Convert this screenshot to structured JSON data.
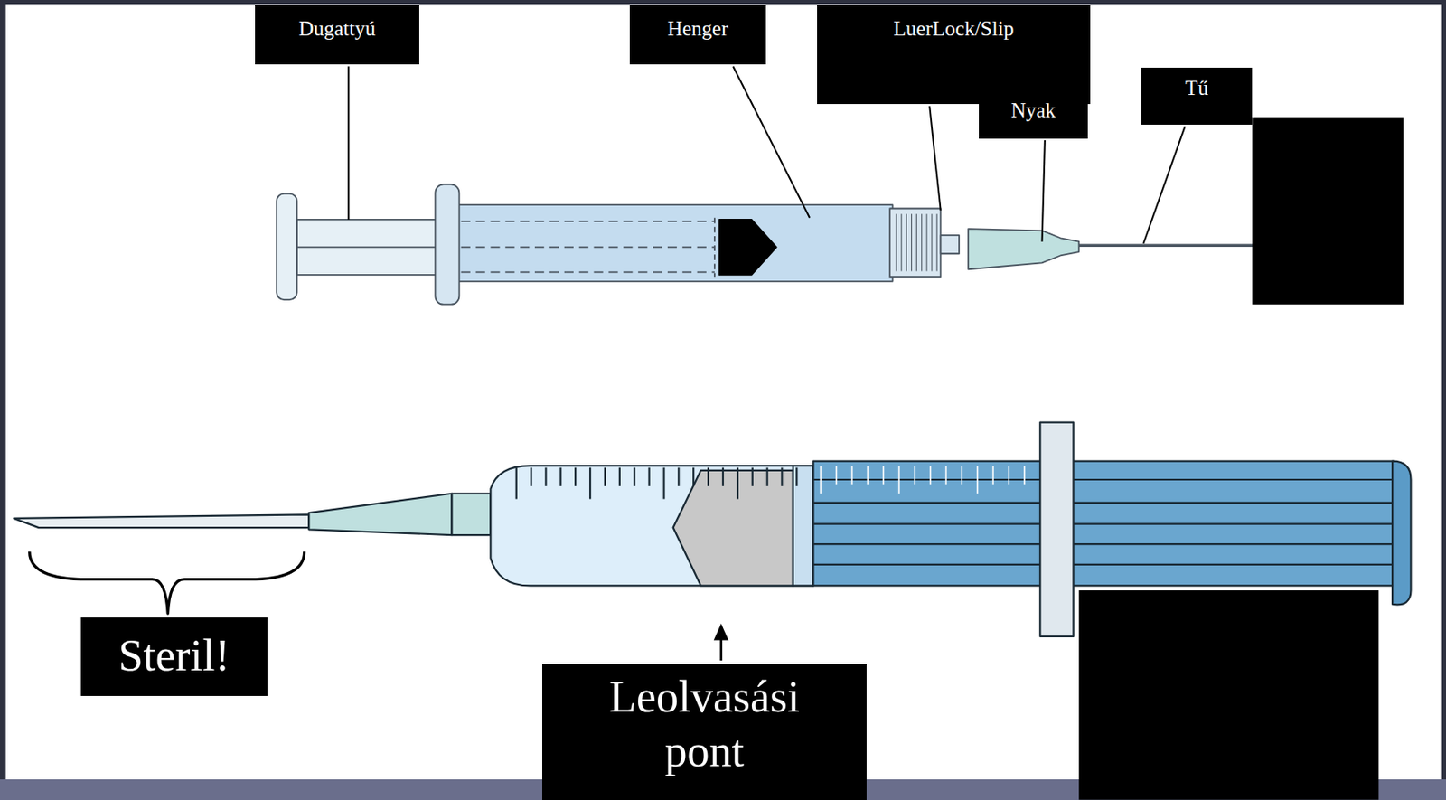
{
  "diagram": {
    "nodes": [
      {
        "text": [
          "Dugattyú"
        ]
      },
      {
        "text": [
          "Henger"
        ]
      },
      {
        "text": [
          "LuerLock/Slip"
        ]
      },
      {
        "text": [
          "Nyak"
        ]
      },
      {
        "text": [
          "Tű"
        ]
      },
      {
        "text": [
          "Steril!"
        ]
      },
      {
        "text": [
          "Leolvasási pont"
        ]
      }
    ]
  }
}
